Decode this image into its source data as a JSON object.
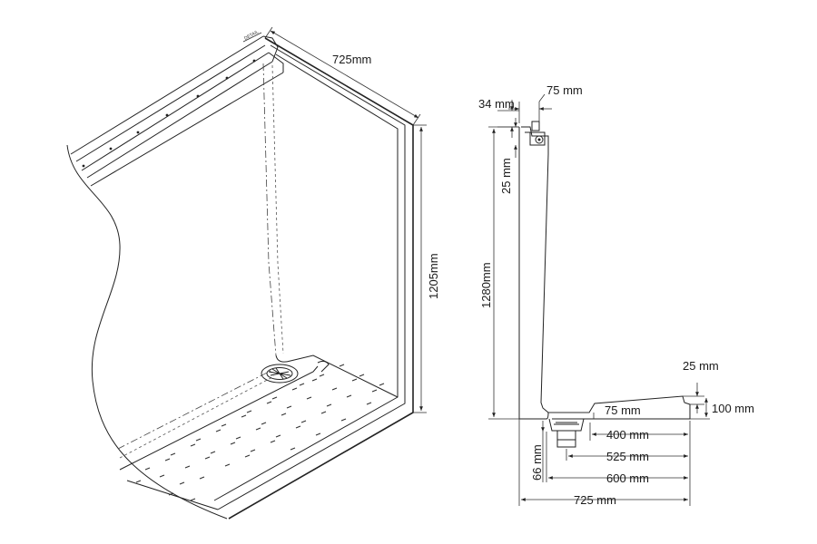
{
  "isometric": {
    "detail_label": "DETAIL",
    "width_label": "725mm",
    "height_label": "1205mm"
  },
  "side_view": {
    "top_offset_label": "34 mm",
    "top_width_label": "75 mm",
    "upper_gap_label": "25 mm",
    "total_height_label": "1280mm",
    "lip_label": "25 mm",
    "front_height_label": "100 mm",
    "shelf_label": "75 mm",
    "drain_depth_label": "66 mm",
    "dimensions": [
      "400 mm",
      "525 mm",
      "600 mm",
      "725 mm"
    ]
  }
}
